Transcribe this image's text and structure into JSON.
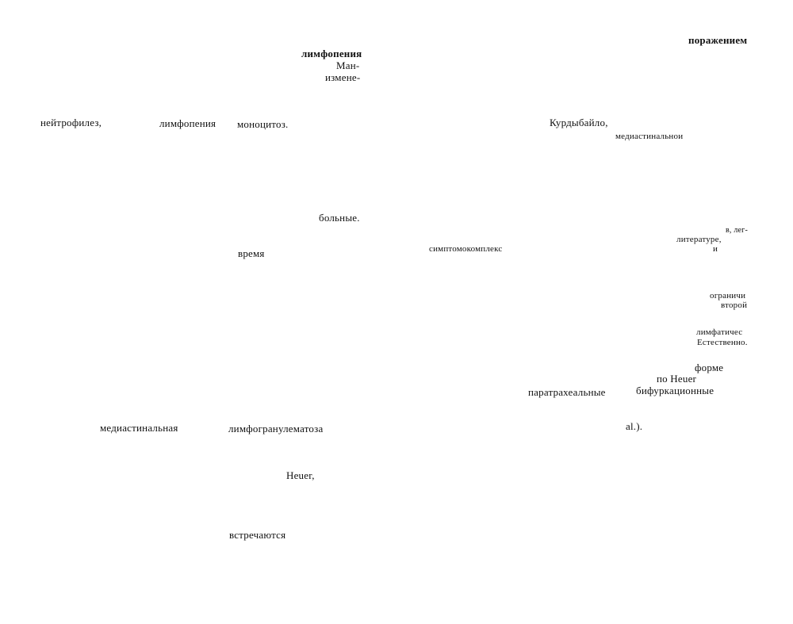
{
  "fragments": {
    "porazheniem": "поражением",
    "limfopeniya_top": "лимфопения",
    "man": "Ман-",
    "izmene": "измене-",
    "neytrofilez": "нейтрофилез,",
    "limfopeniya_mid": "лимфопения",
    "monotsitoz": "моноцитоз.",
    "kurdybaylo": "Курдыбайло,",
    "mediastinalnoy": "медиастинальнои",
    "bolnye": "больные.",
    "v_leg": "в, лег-",
    "literature": "литературе,",
    "i": "и",
    "vremya": "время",
    "simptomokompleks": "симптомокомплекс",
    "ogranichi": "ограничи",
    "vtoroy": "второй",
    "limfatiches": "лимфатичес",
    "estestvenno": "Естественно.",
    "forme": "форме",
    "po_heuer": "по Heuer",
    "paratraheal": "паратрахеальные",
    "bifurkats": "бифуркационные",
    "mediastinalnaya": "медиастинальная",
    "limfogranulematoza": "лимфогранулематоза",
    "al": "al.).",
    "heuer": "Heuer,",
    "vstrechayutsya": "встречаются"
  }
}
